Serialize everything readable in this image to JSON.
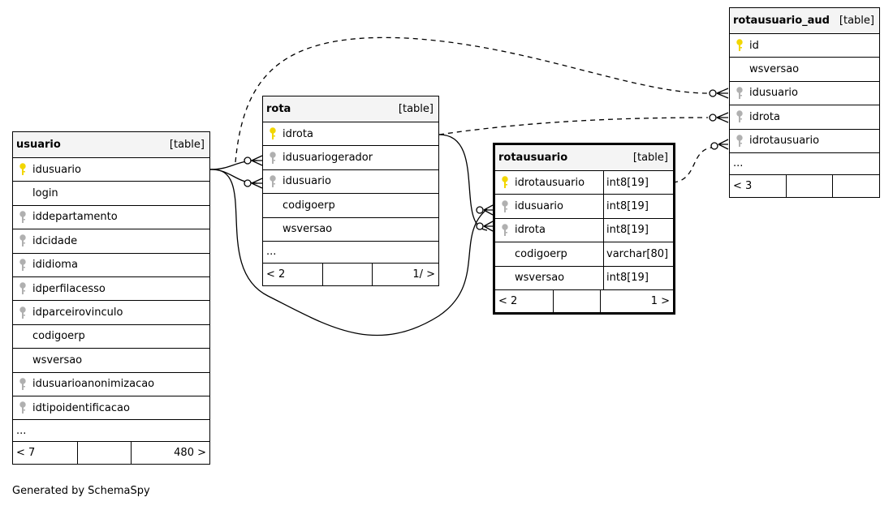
{
  "tables": {
    "usuario": {
      "name": "usuario",
      "type": "[table]",
      "columns": [
        {
          "key": "pk",
          "name": "idusuario"
        },
        {
          "key": "",
          "name": "login"
        },
        {
          "key": "fk",
          "name": "iddepartamento"
        },
        {
          "key": "fk",
          "name": "idcidade"
        },
        {
          "key": "fk",
          "name": "ididioma"
        },
        {
          "key": "fk",
          "name": "idperfilacesso"
        },
        {
          "key": "fk",
          "name": "idparceirovinculo"
        },
        {
          "key": "",
          "name": "codigoerp"
        },
        {
          "key": "",
          "name": "wsversao"
        },
        {
          "key": "fk",
          "name": "idusuarioanonimizacao"
        },
        {
          "key": "fk",
          "name": "idtipoidentificacao"
        }
      ],
      "more": "...",
      "footer": [
        "< 7",
        "",
        "480 >"
      ]
    },
    "rota": {
      "name": "rota",
      "type": "[table]",
      "columns": [
        {
          "key": "pk",
          "name": "idrota"
        },
        {
          "key": "fk",
          "name": "idusuariogerador"
        },
        {
          "key": "fk",
          "name": "idusuario"
        },
        {
          "key": "",
          "name": "codigoerp"
        },
        {
          "key": "",
          "name": "wsversao"
        }
      ],
      "more": "...",
      "footer": [
        "< 2",
        "",
        "1/ >"
      ]
    },
    "rotausuario": {
      "name": "rotausuario",
      "type": "[table]",
      "columns": [
        {
          "key": "pk",
          "name": "idrotausuario",
          "dtype": "int8[19]"
        },
        {
          "key": "fk",
          "name": "idusuario",
          "dtype": "int8[19]"
        },
        {
          "key": "fk",
          "name": "idrota",
          "dtype": "int8[19]"
        },
        {
          "key": "",
          "name": "codigoerp",
          "dtype": "varchar[80]"
        },
        {
          "key": "",
          "name": "wsversao",
          "dtype": "int8[19]"
        }
      ],
      "footer": [
        "< 2",
        "",
        "1 >"
      ]
    },
    "rotausuario_aud": {
      "name": "rotausuario_aud",
      "type": "[table]",
      "columns": [
        {
          "key": "pk",
          "name": "id"
        },
        {
          "key": "",
          "name": "wsversao"
        },
        {
          "key": "fk",
          "name": "idusuario"
        },
        {
          "key": "fk",
          "name": "idrota"
        },
        {
          "key": "fk",
          "name": "idrotausuario"
        }
      ],
      "more": "...",
      "footer": [
        "< 3",
        "",
        ""
      ]
    }
  },
  "caption": "Generated by SchemaSpy",
  "colors": {
    "pk_key": "#f2d600",
    "fk_key": "#b0b0b0",
    "header_bg": "#f4f4f4"
  }
}
